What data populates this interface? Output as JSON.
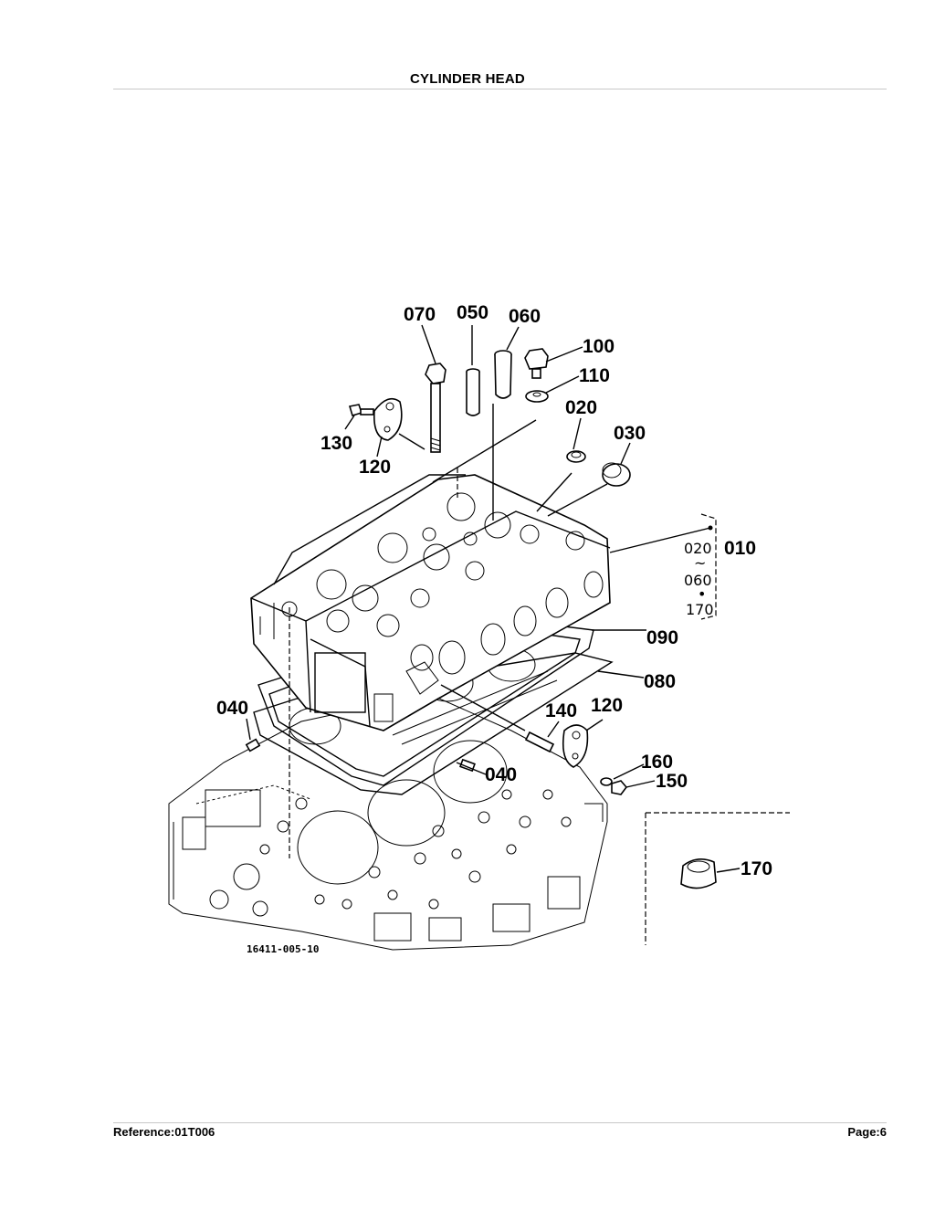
{
  "page": {
    "title": "CYLINDER HEAD",
    "reference": "Reference:01T006",
    "page_number": "Page:6"
  },
  "diagram": {
    "drawing_number": "16411-005-10",
    "callouts": [
      "070",
      "050",
      "060",
      "100",
      "110",
      "020",
      "030",
      "130",
      "120",
      "010",
      "090",
      "080",
      "040",
      "140",
      "120",
      "160",
      "150",
      "040",
      "170"
    ],
    "kit_contents": [
      "020",
      "060",
      "170"
    ]
  }
}
